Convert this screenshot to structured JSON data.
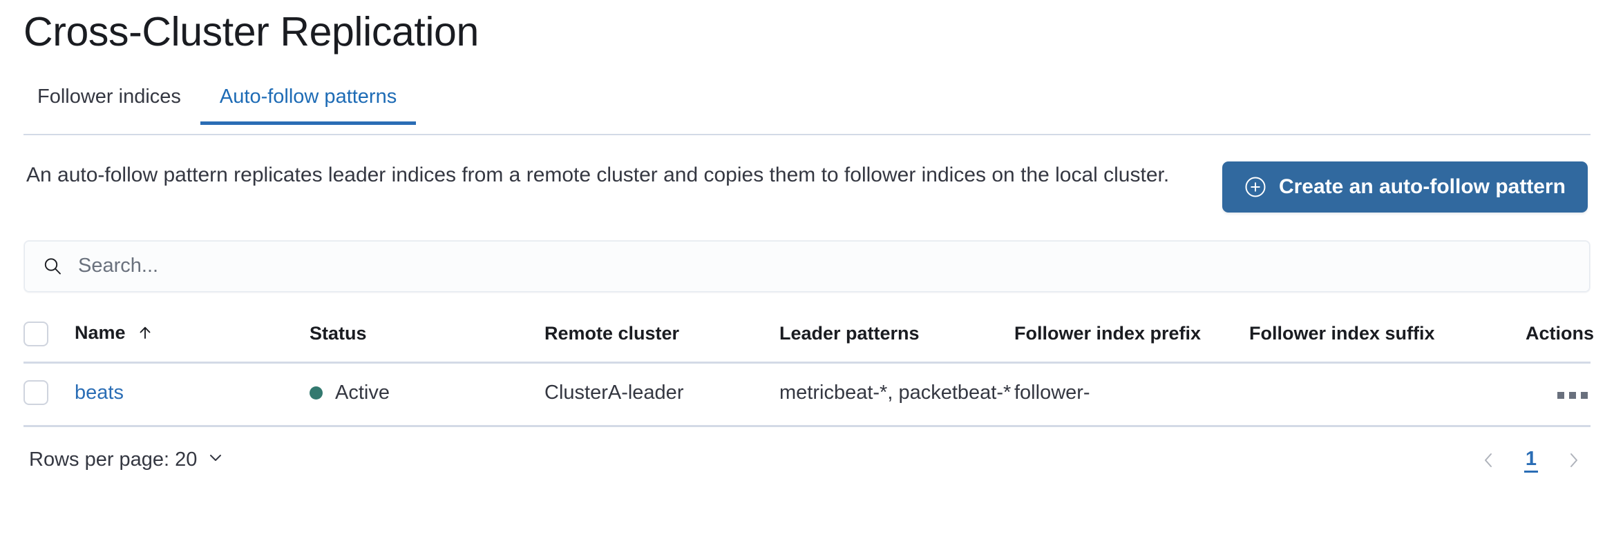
{
  "page": {
    "title": "Cross-Cluster Replication"
  },
  "tabs": [
    {
      "label": "Follower indices",
      "active": false
    },
    {
      "label": "Auto-follow patterns",
      "active": true
    }
  ],
  "intro": {
    "description": "An auto-follow pattern replicates leader indices from a remote cluster and copies them to follower indices on the local cluster.",
    "create_button_label": "Create an auto-follow pattern",
    "create_button_icon": "plus-in-circle-icon"
  },
  "search": {
    "placeholder": "Search...",
    "value": "",
    "icon": "search-icon"
  },
  "table": {
    "columns": [
      "Name",
      "Status",
      "Remote cluster",
      "Leader patterns",
      "Follower index prefix",
      "Follower index suffix",
      "Actions"
    ],
    "sort": {
      "column": "Name",
      "direction": "asc",
      "icon": "arrow-up-icon"
    },
    "rows": [
      {
        "name": "beats",
        "status": "Active",
        "status_color": "#33796f",
        "remote_cluster": "ClusterA-leader",
        "leader_patterns": "metricbeat-*, packetbeat-*",
        "follower_index_prefix": "follower-",
        "follower_index_suffix": "",
        "actions_icon": "ellipsis-horizontal-icon"
      }
    ]
  },
  "footer": {
    "rows_per_page_label": "Rows per page: 20",
    "rows_per_page_icon": "chevron-down-icon",
    "prev_icon": "chevron-left-icon",
    "next_icon": "chevron-right-icon",
    "current_page": "1"
  },
  "colors": {
    "primary_blue": "#31699f",
    "link_blue": "#2a6db5",
    "tab_active": "#1d6bb5",
    "status_green": "#33796f",
    "border": "#d3dae6",
    "text": "#343741",
    "title": "#1a1c21"
  }
}
